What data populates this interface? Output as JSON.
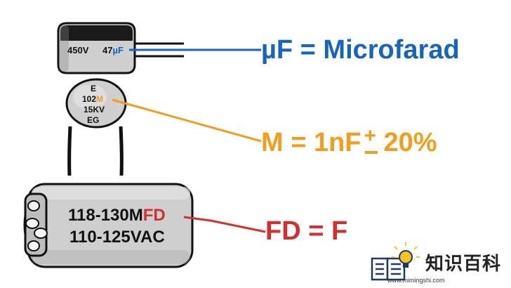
{
  "colors": {
    "blue": "#1565c0",
    "orange": "#f39c1d",
    "red": "#d32f2f",
    "outline": "#111111"
  },
  "electrolytic_small": {
    "voltage_text": "450V",
    "value_number": "47",
    "value_unit": "µF"
  },
  "ceramic": {
    "line1": "E",
    "line2_number": "102",
    "line2_code": "M",
    "line3": "15KV",
    "line4": "EG"
  },
  "electrolytic_large": {
    "line1_prefix": "118-130M",
    "line1_code": "FD",
    "line2": "110-125VAC"
  },
  "labels": {
    "uf": "µF = Microfarad",
    "m_prefix": "M = 1nF",
    "m_pm_symbol": "+",
    "m_suffix": "20%",
    "fd": "FD = F"
  },
  "brand": {
    "name": "知识百科",
    "url": "www.mimingshi.com",
    "book_icon": "book-icon",
    "bulb_icon": "lightbulb-icon"
  }
}
